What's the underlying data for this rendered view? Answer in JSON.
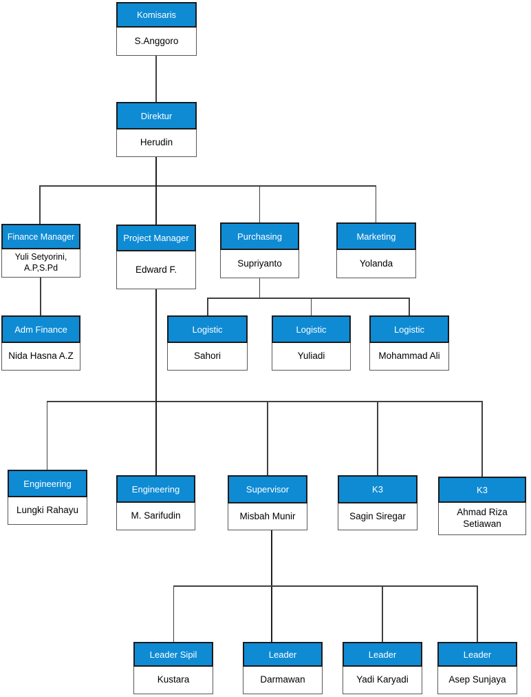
{
  "diagram": {
    "type": "org-chart",
    "colors": {
      "header_bg": "#0f8bd4",
      "header_text": "#ffffff",
      "header_border": "#1a1a1a",
      "body_bg": "#ffffff",
      "body_text": "#000000",
      "body_border": "#565656",
      "line": "#3f3f3f",
      "trunk": "#1f1f1f"
    },
    "nodes": {
      "komisaris": {
        "title": "Komisaris",
        "person": "S.Anggoro"
      },
      "direktur": {
        "title": "Direktur",
        "person": "Herudin"
      },
      "finance_manager": {
        "title": "Finance Manager",
        "person": "Yuli Setyorini, A.P,S.Pd"
      },
      "project_manager": {
        "title": "Project Manager",
        "person": "Edward F."
      },
      "purchasing": {
        "title": "Purchasing",
        "person": "Supriyanto"
      },
      "marketing": {
        "title": "Marketing",
        "person": "Yolanda"
      },
      "adm_finance": {
        "title": "Adm Finance",
        "person": "Nida Hasna A.Z"
      },
      "logistic_1": {
        "title": "Logistic",
        "person": "Sahori"
      },
      "logistic_2": {
        "title": "Logistic",
        "person": "Yuliadi"
      },
      "logistic_3": {
        "title": "Logistic",
        "person": "Mohammad Ali"
      },
      "engineering_1": {
        "title": "Engineering",
        "person": "Lungki Rahayu"
      },
      "engineering_2": {
        "title": "Engineering",
        "person": "M. Sarifudin"
      },
      "supervisor": {
        "title": "Supervisor",
        "person": "Misbah Munir"
      },
      "k3_1": {
        "title": "K3",
        "person": "Sagin Siregar"
      },
      "k3_2": {
        "title": "K3",
        "person": "Ahmad Riza Setiawan"
      },
      "leader_sipil": {
        "title": "Leader Sipil",
        "person": "Kustara"
      },
      "leader_1": {
        "title": "Leader",
        "person": "Darmawan"
      },
      "leader_2": {
        "title": "Leader",
        "person": "Yadi Karyadi"
      },
      "leader_3": {
        "title": "Leader",
        "person": "Asep Sunjaya"
      }
    }
  }
}
